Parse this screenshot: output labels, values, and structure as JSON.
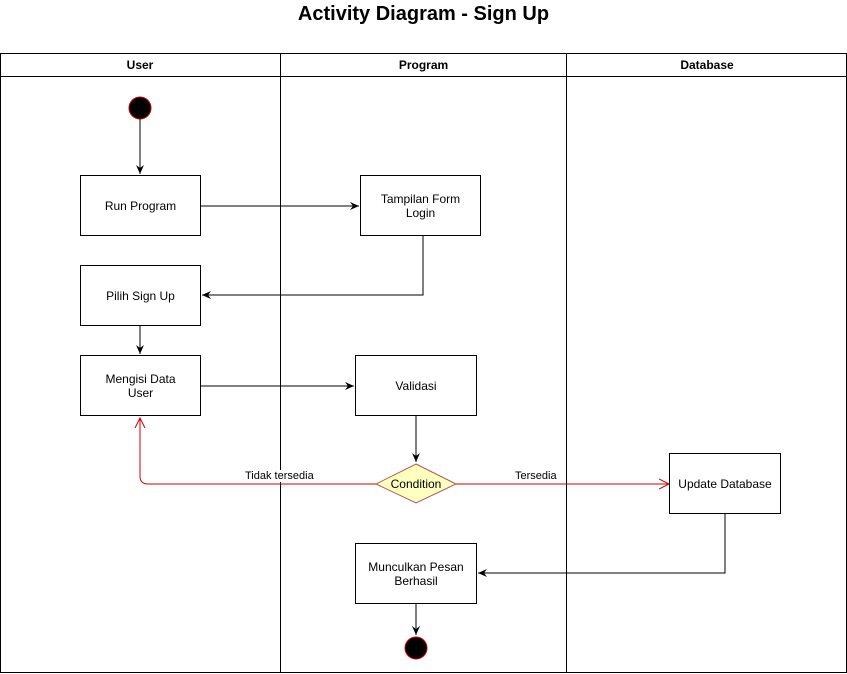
{
  "diagram": {
    "title": "Activity Diagram - Sign Up",
    "lanes": [
      "User",
      "Program",
      "Database"
    ],
    "nodes": {
      "run_program": "Run Program",
      "tampilan_form_login": "Tampilan Form Login",
      "pilih_sign_up": "Pilih Sign Up",
      "mengisi_data_user": "Mengisi Data\nUser",
      "validasi": "Validasi",
      "condition": "Condition",
      "update_database": "Update Database",
      "munculkan_pesan": "Munculkan Pesan\nBerhasil"
    },
    "edge_labels": {
      "tidak_tersedia": "Tidak tersedia",
      "tersedia": "Tersedia"
    },
    "colors": {
      "line": "#000000",
      "decision_line": "#cc0000",
      "decision_fill": "#ffffc0",
      "decision_stroke": "#b85450",
      "terminal_fill": "#000000",
      "terminal_stroke": "#cc0000"
    }
  }
}
